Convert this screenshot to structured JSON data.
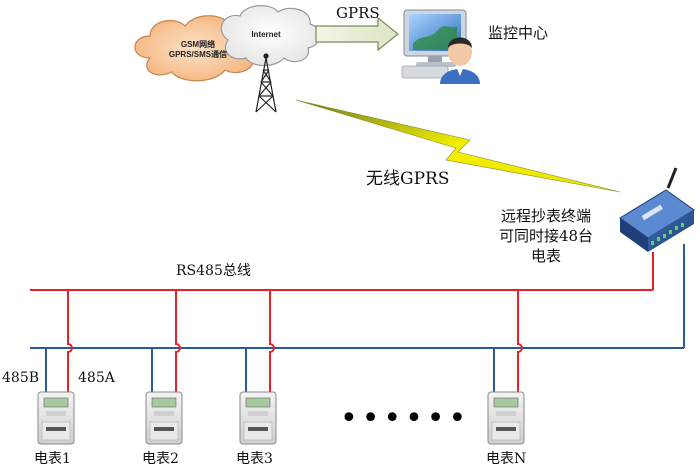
{
  "network": {
    "cloud_label_line1": "GSM网络",
    "cloud_label_line2": "GPRS/SMS通信",
    "internet_label": "Internet",
    "gprs_arrow_label": "GPRS",
    "monitor_center_label": "监控中心",
    "wireless_label": "无线GPRS"
  },
  "terminal": {
    "line1": "远程抄表终端",
    "line2": "可同时接48台",
    "line3": "电表"
  },
  "bus": {
    "label": "RS485总线",
    "line_b_label": "485B",
    "line_a_label": "485A",
    "colors": {
      "line_a": "#e8202a",
      "line_b": "#2a5a9e"
    }
  },
  "meters": [
    {
      "label": "电表1"
    },
    {
      "label": "电表2"
    },
    {
      "label": "电表3"
    },
    {
      "label": "电表N"
    }
  ],
  "ellipsis": "••••••"
}
